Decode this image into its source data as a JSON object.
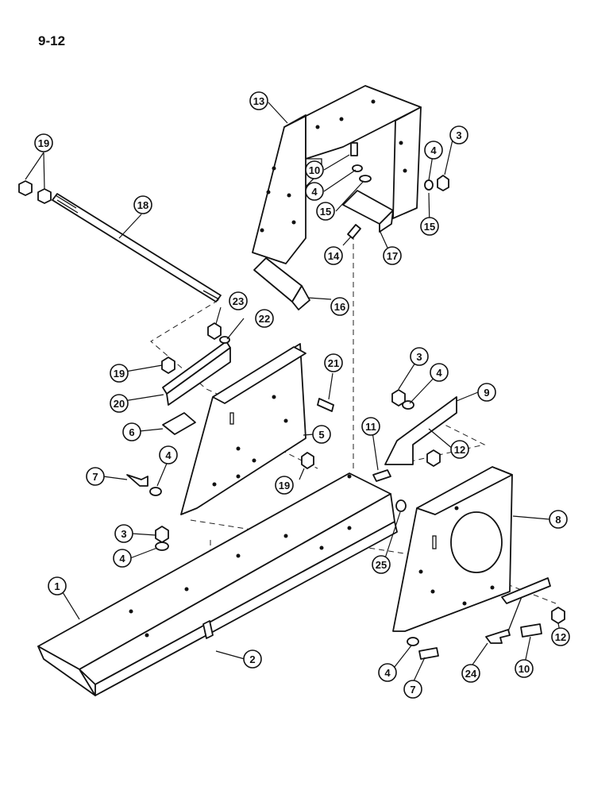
{
  "page_number": "9-12",
  "callouts": [
    "1",
    "2",
    "3",
    "3",
    "3",
    "4",
    "4",
    "4",
    "4",
    "4",
    "4",
    "5",
    "6",
    "7",
    "7",
    "8",
    "9",
    "10",
    "10",
    "11",
    "12",
    "12",
    "13",
    "14",
    "15",
    "15",
    "16",
    "17",
    "18",
    "19",
    "19",
    "19",
    "20",
    "21",
    "22",
    "23",
    "24",
    "25"
  ]
}
